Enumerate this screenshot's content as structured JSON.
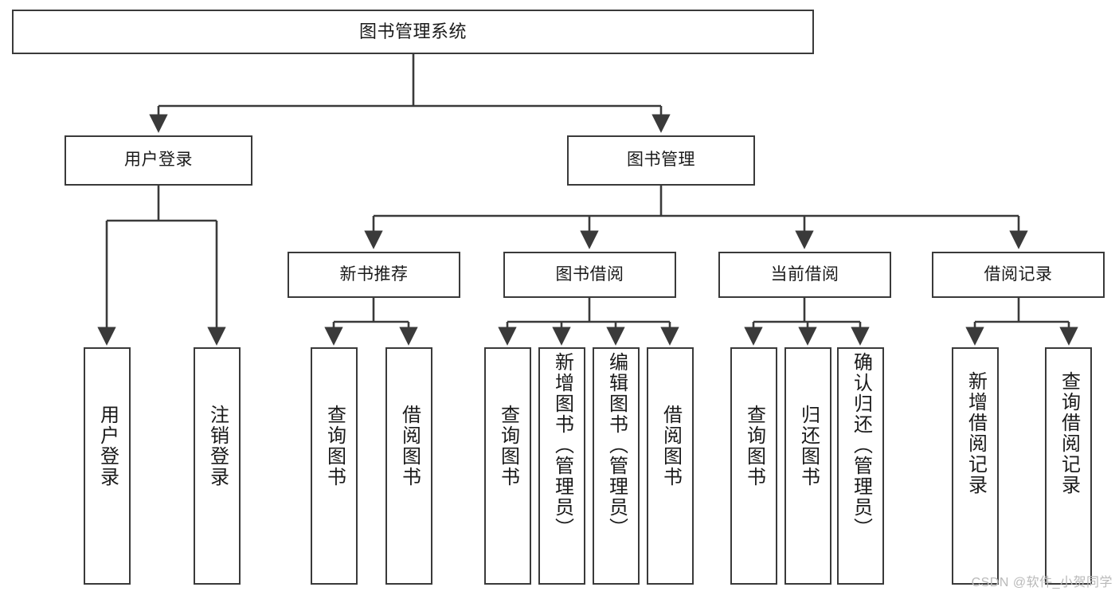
{
  "diagram": {
    "title": "图书管理系统",
    "type": "tree-hierarchy-diagram",
    "watermark": "CSDN @软件_小贺同学",
    "colors": {
      "box_border": "#3a3a3a",
      "box_fill": "#ffffff",
      "edge": "#3a3a3a",
      "text": "#1a1a1a",
      "watermark": "#b9b9b9",
      "background": "#ffffff"
    },
    "nodes": {
      "root": {
        "label": "图书管理系统"
      },
      "level2": [
        {
          "id": "user-login",
          "label": "用户登录"
        },
        {
          "id": "book-manage",
          "label": "图书管理"
        }
      ],
      "level3": [
        {
          "id": "new-book-recommend",
          "label": "新书推荐"
        },
        {
          "id": "book-borrow",
          "label": "图书借阅"
        },
        {
          "id": "current-borrow",
          "label": "当前借阅"
        },
        {
          "id": "borrow-record",
          "label": "借阅记录"
        }
      ],
      "leaves": [
        {
          "id": "leaf-user-login",
          "label": "用户登录",
          "parent": "user-login"
        },
        {
          "id": "leaf-logout",
          "label": "注销登录",
          "parent": "user-login"
        },
        {
          "id": "leaf-query-book-1",
          "label": "查询图书",
          "parent": "new-book-recommend"
        },
        {
          "id": "leaf-borrow-book-1",
          "label": "借阅图书",
          "parent": "new-book-recommend"
        },
        {
          "id": "leaf-query-book-2",
          "label": "查询图书",
          "parent": "book-borrow"
        },
        {
          "id": "leaf-add-book",
          "label": "新增图书（管理员）",
          "parent": "book-borrow"
        },
        {
          "id": "leaf-edit-book",
          "label": "编辑图书（管理员）",
          "parent": "book-borrow"
        },
        {
          "id": "leaf-borrow-book-2",
          "label": "借阅图书",
          "parent": "book-borrow"
        },
        {
          "id": "leaf-query-book-3",
          "label": "查询图书",
          "parent": "current-borrow"
        },
        {
          "id": "leaf-return-book",
          "label": "归还图书",
          "parent": "current-borrow"
        },
        {
          "id": "leaf-confirm-return",
          "label": "确认归还（管理员）",
          "parent": "current-borrow"
        },
        {
          "id": "leaf-add-record",
          "label": "新增借阅记录",
          "parent": "borrow-record"
        },
        {
          "id": "leaf-query-record",
          "label": "查询借阅记录",
          "parent": "borrow-record"
        }
      ]
    }
  }
}
